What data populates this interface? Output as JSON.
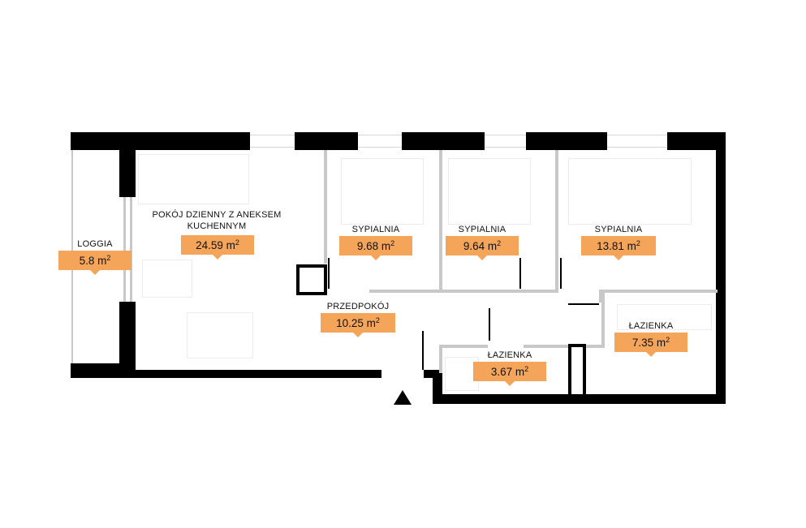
{
  "rooms": [
    {
      "id": "loggia",
      "name": "LOGGIA",
      "area": "5.8",
      "unit": "m",
      "unit_exp": "2"
    },
    {
      "id": "living",
      "name": "POKÓJ DZIENNY Z ANEKSEM KUCHENNYM",
      "area": "24.59",
      "unit": "m",
      "unit_exp": "2"
    },
    {
      "id": "bedroom1",
      "name": "SYPIALNIA",
      "area": "9.68",
      "unit": "m",
      "unit_exp": "2"
    },
    {
      "id": "bedroom2",
      "name": "SYPIALNIA",
      "area": "9.64",
      "unit": "m",
      "unit_exp": "2"
    },
    {
      "id": "bedroom3",
      "name": "SYPIALNIA",
      "area": "13.81",
      "unit": "m",
      "unit_exp": "2"
    },
    {
      "id": "hall",
      "name": "PRZEDPOKÓJ",
      "area": "10.25",
      "unit": "m",
      "unit_exp": "2"
    },
    {
      "id": "bath1",
      "name": "ŁAZIENKA",
      "area": "3.67",
      "unit": "m",
      "unit_exp": "2"
    },
    {
      "id": "bath2",
      "name": "ŁAZIENKA",
      "area": "7.35",
      "unit": "m",
      "unit_exp": "2"
    }
  ],
  "colors": {
    "wall": "#000000",
    "partition": "#c8c8c8",
    "area_tag": "#f5a55a"
  },
  "icons": {
    "entrance": "entrance-arrow-icon",
    "shaft": "ventilation-shaft-icon"
  }
}
